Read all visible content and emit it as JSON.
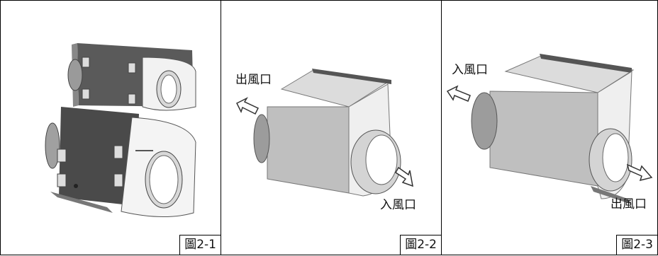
{
  "panels": [
    {
      "caption": "圖2-1"
    },
    {
      "caption": "圖2-2",
      "outlet_label": "出風口",
      "inlet_label": "入風口"
    },
    {
      "caption": "圖2-3",
      "inlet_label": "入風口",
      "outlet_label": "出風口"
    }
  ],
  "colors": {
    "frame": "#000000",
    "metal_light": "#e6e6e6",
    "metal_mid": "#bdbdbd",
    "metal_dark": "#6e6e6e",
    "panel_dark": "#4a4a4a"
  }
}
